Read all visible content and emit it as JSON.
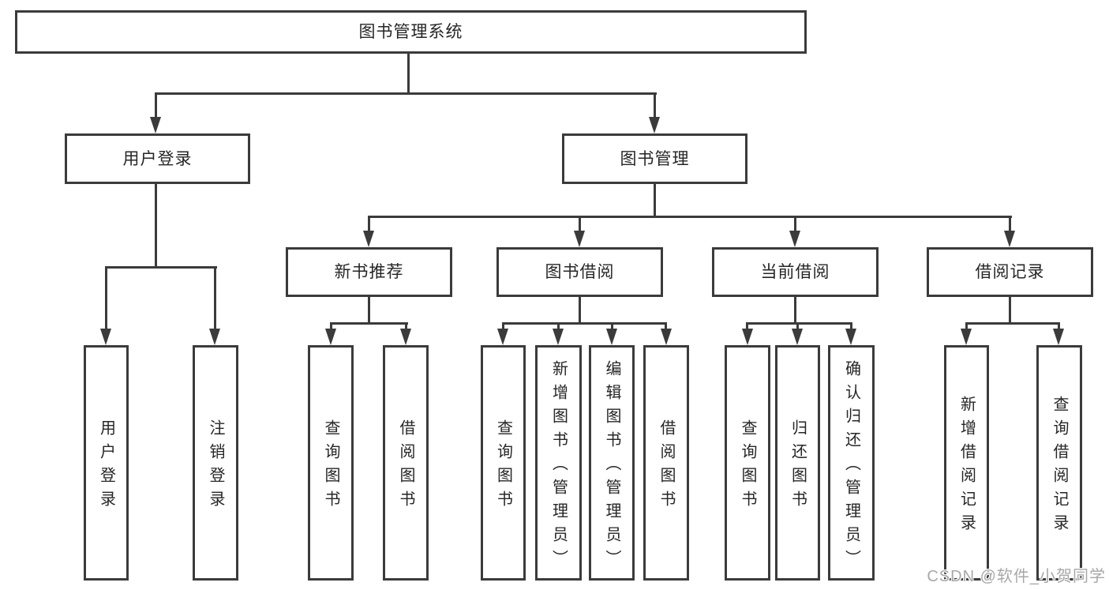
{
  "diagram": {
    "root": {
      "label": "图书管理系统"
    },
    "level2": [
      {
        "label": "用户登录"
      },
      {
        "label": "图书管理"
      }
    ],
    "level3": [
      {
        "label": "新书推荐"
      },
      {
        "label": "图书借阅"
      },
      {
        "label": "当前借阅"
      },
      {
        "label": "借阅记录"
      }
    ],
    "leaves": {
      "user_login": [
        "用户登录",
        "注销登录"
      ],
      "new_book": [
        "查询图书",
        "借阅图书"
      ],
      "book_borrow": [
        "查询图书",
        "新增图书（管理员）",
        "编辑图书（管理员）",
        "借阅图书"
      ],
      "current_borrow": [
        "查询图书",
        "归还图书",
        "确认归还（管理员）"
      ],
      "borrow_record": [
        "新增借阅记录",
        "查询借阅记录"
      ]
    }
  },
  "watermark": {
    "text": "CSDN @软件_小贺同学"
  },
  "colors": {
    "line": "#3b3b3b",
    "text": "#262626",
    "background": "#ffffff",
    "watermark_text": "#a8a8a8"
  }
}
